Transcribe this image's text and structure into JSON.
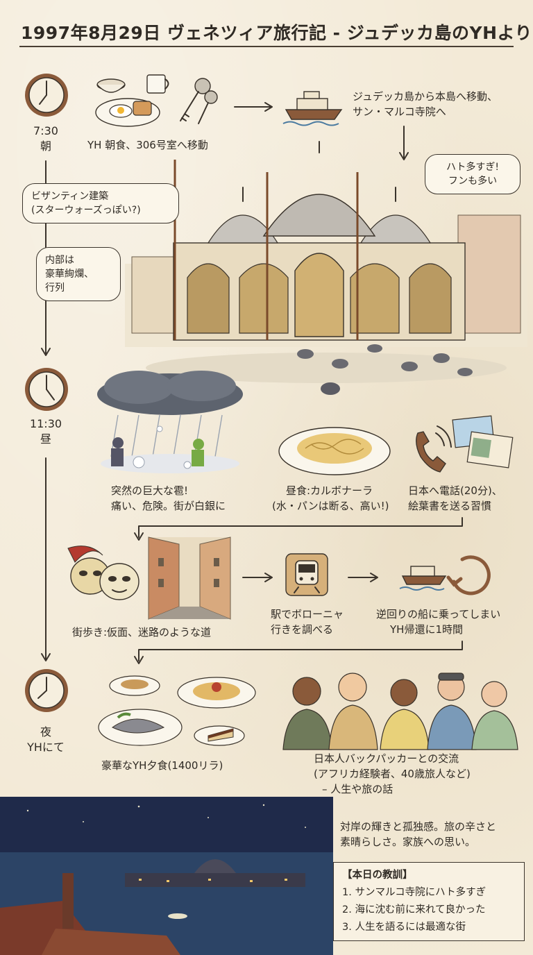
{
  "title": "1997年8月29日  ヴェネツィア旅行記 - ジュデッカ島のYHより",
  "morning": {
    "time": "7:30",
    "period": "朝",
    "breakfast_caption": "YH 朝食、306号室へ移動",
    "ferry_caption_1": "ジュデッカ島から本島へ移動、",
    "ferry_caption_2": "サン・マルコ寺院へ",
    "bubble_pigeons_1": "ハト多すぎ!",
    "bubble_pigeons_2": "フンも多い",
    "bubble_byzantine_1": "ビザンティン建築",
    "bubble_byzantine_2": "(スターウォーズっぽい?)",
    "bubble_interior_1": "内部は",
    "bubble_interior_2": "豪華絢爛、",
    "bubble_interior_3": "行列"
  },
  "noon": {
    "time": "11:30",
    "period": "昼",
    "hail_caption_1": "突然の巨大な雹!",
    "hail_caption_2": "痛い、危険。街が白銀に",
    "lunch_caption_1": "昼食:カルボナーラ",
    "lunch_caption_2": "(水・パンは断る、高い!)",
    "phone_caption_1": "日本へ電話(20分)、",
    "phone_caption_2": "絵葉書を送る習慣",
    "walk_caption": "街歩き:仮面、迷路のような道",
    "station_caption_1": "駅でボローニャ",
    "station_caption_2": "行きを調べる",
    "boat_caption_1": "逆回りの船に乗ってしまい",
    "boat_caption_2": "YH帰還に1時間"
  },
  "night": {
    "period_1": "夜",
    "period_2": "YHにて",
    "dinner_caption": "豪華なYH夕食(1400リラ)",
    "talk_caption_1": "日本人バックパッカーとの交流",
    "talk_caption_2": "(アフリカ経験者、40歳旅人など)",
    "talk_caption_3": "– 人生や旅の話",
    "reflection_1": "対岸の輝きと孤独感。旅の辛さと",
    "reflection_2": "素晴らしさ。家族への思い。"
  },
  "lessons": {
    "heading": "【本日の教訓】",
    "items": [
      "1. サンマルコ寺院にハト多すぎ",
      "2. 海に沈む前に来れて良かった",
      "3. 人生を語るには最適な街"
    ]
  },
  "colors": {
    "ink": "#3a332b",
    "paper": "#f3ead7",
    "clock_face": "#f6efdf",
    "clock_rim": "#8a5a3a",
    "night_sky": "#1f2a4a",
    "lagoon": "#2c4466"
  },
  "icons": [
    "clock-icon",
    "breakfast-icon",
    "keys-icon",
    "ferry-icon",
    "basilica-illustration",
    "pigeon-icon",
    "hailstorm-illustration",
    "carbonara-icon",
    "phone-icon",
    "postcard-icon",
    "masks-icon",
    "alley-illustration",
    "train-icon",
    "loop-arrow-icon",
    "dinner-icon",
    "backpackers-illustration",
    "night-venice-illustration"
  ]
}
